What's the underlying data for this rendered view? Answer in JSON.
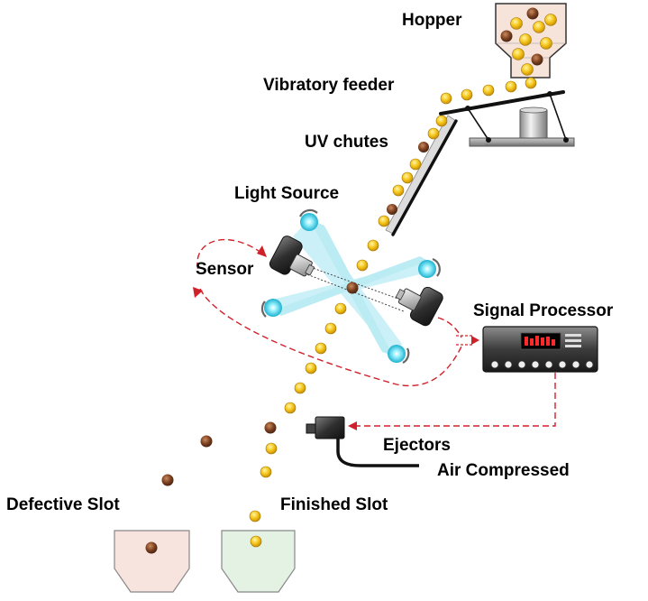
{
  "labels": {
    "hopper": "Hopper",
    "vibratory_feeder": "Vibratory feeder",
    "uv_chutes": "UV chutes",
    "light_source": "Light Source",
    "sensor": "Sensor",
    "signal_processor": "Signal Processor",
    "ejectors": "Ejectors",
    "air_compressed": "Air Compressed",
    "defective_slot": "Defective Slot",
    "finished_slot": "Finished Slot"
  },
  "colors": {
    "good_item": "#f5c518",
    "defective_item": "#7a3f1f",
    "signal_line": "#d0202a",
    "light_beam": "#5fcde0",
    "hopper_fill": "#f6e3da",
    "defective_slot_fill": "#f8e4df",
    "finished_slot_fill": "#e3f2e3"
  },
  "icons": {
    "item_good": "gold-coin-icon",
    "item_defective": "brown-nut-icon",
    "sensor": "camera-sensor-icon",
    "light": "light-bulb-icon",
    "processor": "signal-processor-device-icon",
    "ejector": "air-ejector-nozzle-icon"
  }
}
